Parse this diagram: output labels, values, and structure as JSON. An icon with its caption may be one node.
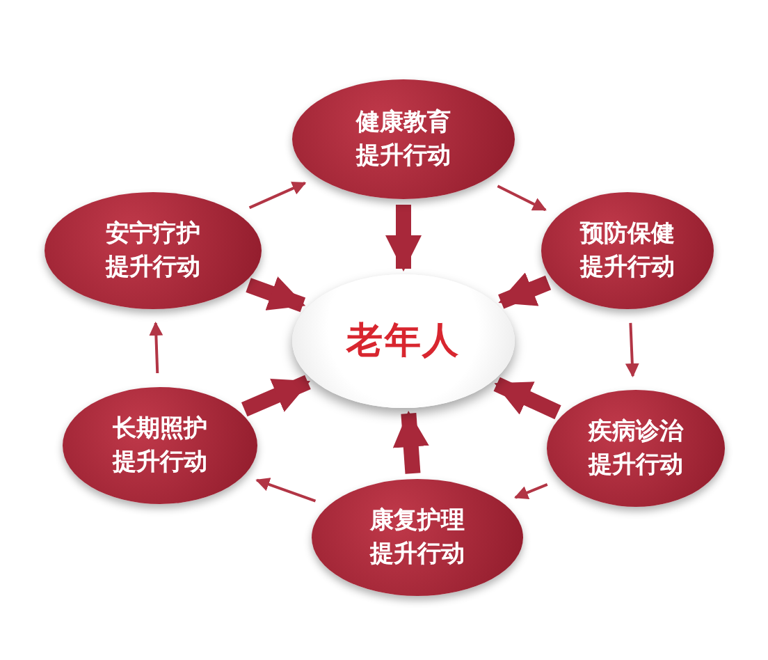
{
  "diagram": {
    "nodes": [
      {
        "text": [
          "健康教育提升行动"
        ]
      },
      {
        "text": [
          "安宁疗护提升行动"
        ]
      },
      {
        "text": [
          "预防保健提升行动"
        ]
      },
      {
        "text": [
          "老年人"
        ]
      },
      {
        "text": [
          "长期照护提升行动"
        ]
      },
      {
        "text": [
          "疾病诊治提升行动"
        ]
      },
      {
        "text": [
          "康复护理提升行动"
        ]
      }
    ],
    "edges": [
      {
        "from": 0,
        "to": 2,
        "arrow": "to"
      },
      {
        "from": 2,
        "to": 5,
        "arrow": "to"
      },
      {
        "from": 5,
        "to": 6,
        "arrow": "to"
      },
      {
        "from": 6,
        "to": 4,
        "arrow": "to"
      },
      {
        "from": 4,
        "to": 1,
        "arrow": "to"
      },
      {
        "from": 1,
        "to": 0,
        "arrow": "to"
      },
      {
        "from": 0,
        "to": 3,
        "arrow": "to",
        "style": "thick"
      },
      {
        "from": 2,
        "to": 3,
        "arrow": "to",
        "style": "thick"
      },
      {
        "from": 5,
        "to": 3,
        "arrow": "to",
        "style": "thick"
      },
      {
        "from": 6,
        "to": 3,
        "arrow": "to",
        "style": "thick"
      },
      {
        "from": 4,
        "to": 3,
        "arrow": "to",
        "style": "thick"
      },
      {
        "from": 1,
        "to": 3,
        "arrow": "to",
        "style": "thick"
      }
    ]
  }
}
